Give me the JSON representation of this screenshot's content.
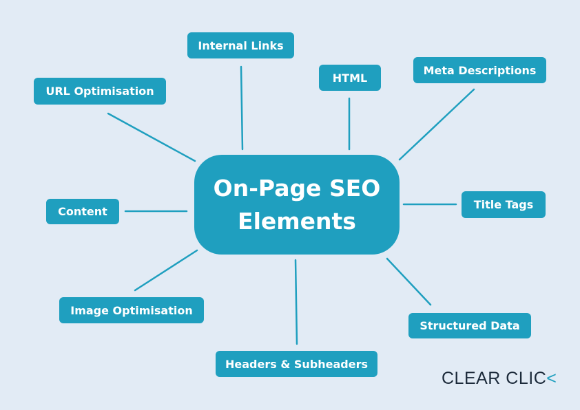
{
  "center": {
    "line1": "On-Page SEO",
    "line2": "Elements"
  },
  "nodes": {
    "internal_links": "Internal Links",
    "html": "HTML",
    "meta_descriptions": "Meta Descriptions",
    "url_optimisation": "URL Optimisation",
    "content": "Content",
    "title_tags": "Title Tags",
    "image_optimisation": "Image Optimisation",
    "structured_data": "Structured Data",
    "headers_subheaders": "Headers & Subheaders"
  },
  "logo": {
    "text": "CLEAR CLIC",
    "accent": "<"
  },
  "colors": {
    "background": "#e2ebf5",
    "accent": "#1f9fbf",
    "logo_text": "#1c2a3a"
  }
}
